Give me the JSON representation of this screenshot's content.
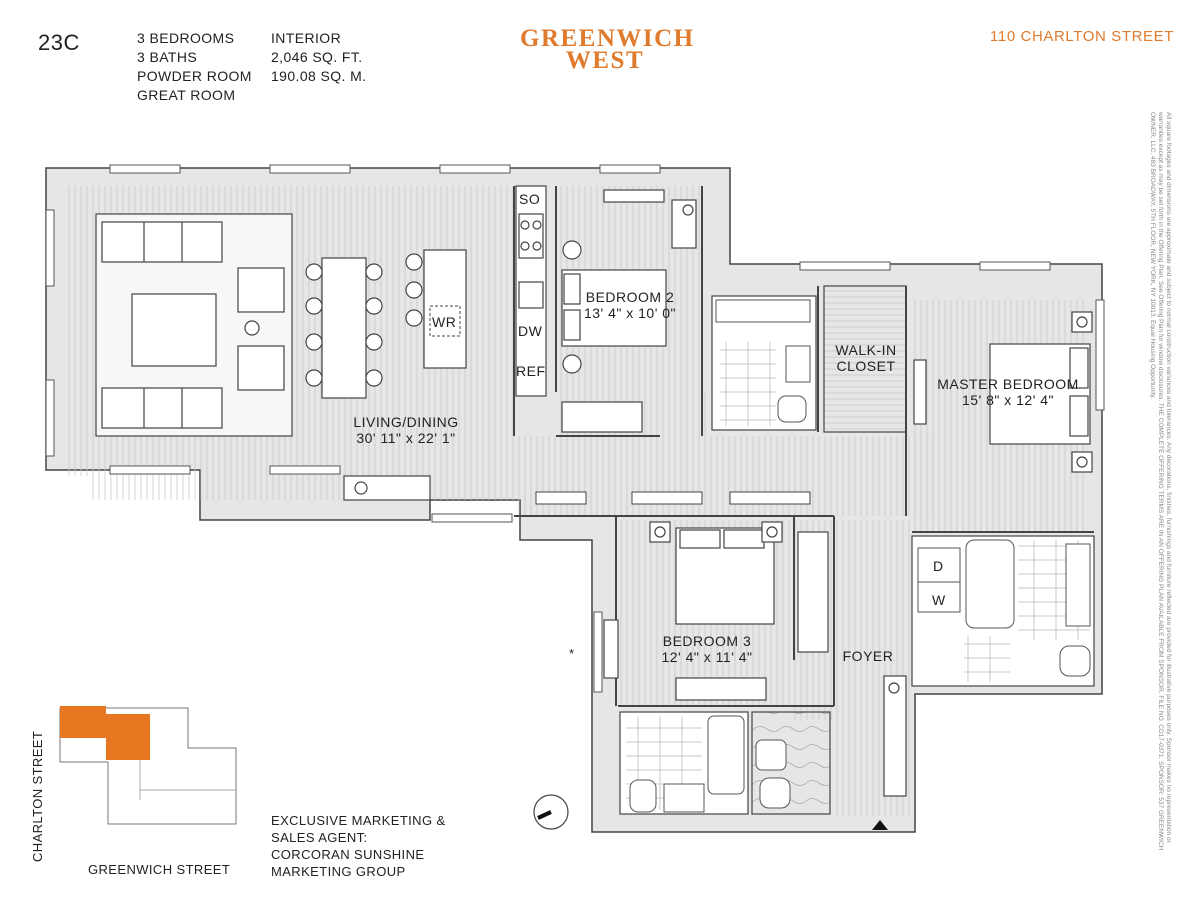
{
  "header": {
    "unit": "23C",
    "features": [
      "3 BEDROOMS",
      "3 BATHS",
      "POWDER ROOM",
      "GREAT ROOM"
    ],
    "interior_label": "INTERIOR",
    "sq_ft": "2,046 SQ. FT.",
    "sq_m": "190.08 SQ. M.",
    "brand_line1": "GREENWICH",
    "brand_line2": "WEST",
    "address": "110 CHARLTON STREET"
  },
  "rooms": {
    "living_name": "LIVING/DINING",
    "living_dims": "30' 11\" x 22' 1\"",
    "bed2_name": "BEDROOM 2",
    "bed2_dims": "13' 4\" x 10' 0\"",
    "bed3_name": "BEDROOM 3",
    "bed3_dims": "12' 4\" x 11' 4\"",
    "master_name": "MASTER BEDROOM",
    "master_dims": "15' 8\" x 12' 4\"",
    "walkin_line1": "WALK-IN",
    "walkin_line2": "CLOSET",
    "foyer": "FOYER"
  },
  "appliances": {
    "so": "SO",
    "dw": "DW",
    "ref": "REF",
    "wr": "WR",
    "d": "D",
    "w": "W"
  },
  "marker": "*",
  "keyplan": {
    "street_vertical": "CHARLTON STREET",
    "street_horizontal": "GREENWICH STREET",
    "highlight_color": "#e87722"
  },
  "agent": [
    "EXCLUSIVE MARKETING &",
    "SALES AGENT:",
    "CORCORAN SUNSHINE",
    "MARKETING GROUP"
  ],
  "disclaimer": "All square footages and dimensions are approximate and subject to normal construction variances and tolerances. Any decorations, finishes, furnishings and furniture reflected are provided for illustrative purposes only. Sponsor makes no representation or warranties except as may be set forth in the Offering Plan. See Offering Plan for window disclosures. THE COMPLETE OFFERING TERMS ARE IN AN OFFERING PLAN AVAILABLE FROM SPONSOR. FILE NO. CD17-0371. SPONSOR: 537 GREENWICH OWNER, LLC, 483 BROADWAY, 5TH FLOOR, NEW YORK, NY 10013. Equal Housing Opportunity.",
  "colors": {
    "brand": "#e07a2c",
    "wall": "#e6e6e6",
    "line": "#555555"
  }
}
